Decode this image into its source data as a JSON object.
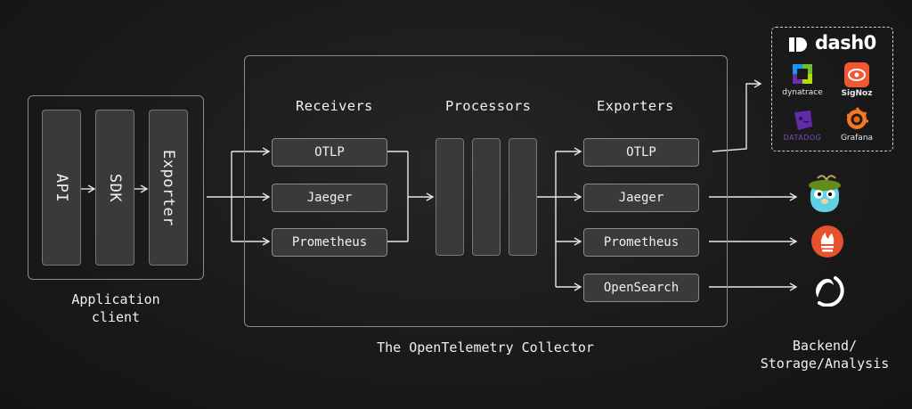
{
  "client": {
    "caption": "Application\nclient",
    "blocks": [
      "API",
      "SDK",
      "Exporter"
    ]
  },
  "collector": {
    "caption": "The OpenTelemetry Collector",
    "receivers": {
      "heading": "Receivers",
      "items": [
        "OTLP",
        "Jaeger",
        "Prometheus"
      ]
    },
    "processors": {
      "heading": "Processors",
      "count": 3
    },
    "exporters": {
      "heading": "Exporters",
      "items": [
        "OTLP",
        "Jaeger",
        "Prometheus",
        "OpenSearch"
      ]
    }
  },
  "backends": {
    "caption": "Backend/\nStorage/Analysis",
    "vendors": {
      "dash0": "dash0",
      "dynatrace": "dynatrace",
      "signoz": "SigNoz",
      "datadog": "DATADOG",
      "grafana": "Grafana"
    },
    "icons": [
      "jaeger-logo-icon",
      "prometheus-logo-icon",
      "opensearch-logo-icon"
    ]
  },
  "colors": {
    "line": "#e6e6e6",
    "box_fill": "#3a3a3a",
    "prometheus": "#e6522c",
    "signoz": "#f25733",
    "grafana": "#f27a24",
    "dynatrace": "#73be28",
    "datadog": "#632ca6"
  }
}
